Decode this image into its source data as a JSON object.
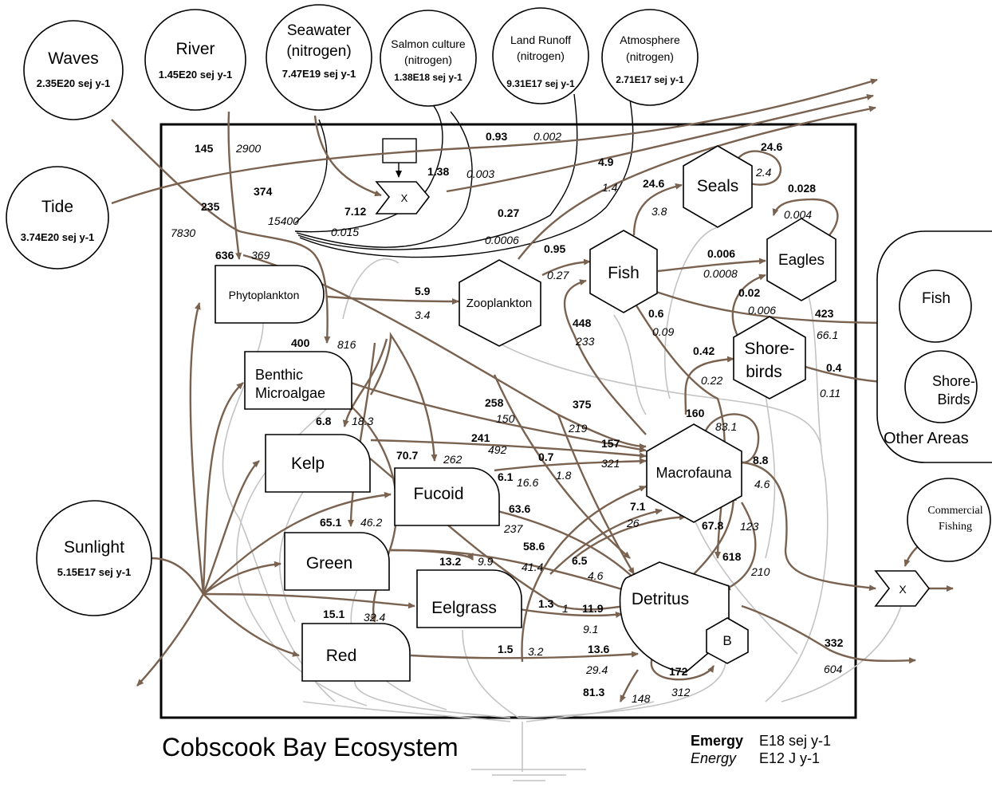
{
  "title": "Cobscook Bay Ecosystem",
  "legend": {
    "emergy_label": "Emergy",
    "emergy_unit": "E18 sej y-1",
    "energy_label": "Energy",
    "energy_unit": "E12 J y-1"
  },
  "sources": {
    "waves": {
      "name": "Waves",
      "value": "2.35E20 sej y-1"
    },
    "river": {
      "name": "River",
      "value": "1.45E20 sej y-1"
    },
    "seawater": {
      "name1": "Seawater",
      "name2": "(nitrogen)",
      "value": "7.47E19 sej y-1"
    },
    "salmon": {
      "name1": "Salmon culture",
      "name2": "(nitrogen)",
      "value": "1.38E18 sej y-1"
    },
    "runoff": {
      "name1": "Land Runoff",
      "name2": "(nitrogen)",
      "value": "9.31E17 sej y-1"
    },
    "atmosphere": {
      "name1": "Atmosphere",
      "name2": "(nitrogen)",
      "value": "2.71E17 sej y-1"
    },
    "tide": {
      "name": "Tide",
      "value": "3.74E20 sej y-1"
    },
    "sunlight": {
      "name": "Sunlight",
      "value": "5.15E17 sej y-1"
    },
    "fishing": {
      "name1": "Commercial",
      "name2": "Fishing"
    }
  },
  "producers": {
    "phytoplankton": "Phytoplankton",
    "benthic1": "Benthic",
    "benthic2": "Microalgae",
    "kelp": "Kelp",
    "fucoid": "Fucoid",
    "green": "Green",
    "eelgrass": "Eelgrass",
    "red": "Red"
  },
  "consumers": {
    "zooplankton": "Zooplankton",
    "fish": "Fish",
    "seals": "Seals",
    "eagles": "Eagles",
    "shorebirds1": "Shore-",
    "shorebirds2": "birds",
    "macrofauna": "Macrofauna",
    "detritus": "Detritus",
    "bacteria": "B",
    "interaction": "X",
    "interaction2": "X"
  },
  "other_areas": {
    "label": "Other Areas",
    "fish": "Fish",
    "shorebirds1": "Shore-",
    "shorebirds2": "Birds"
  },
  "flow_labels": [
    {
      "id": "f145",
      "text": "145",
      "style": "bold"
    },
    {
      "id": "f2900",
      "text": "2900",
      "style": "ital"
    },
    {
      "id": "f235",
      "text": "235",
      "style": "bold"
    },
    {
      "id": "f7830",
      "text": "7830",
      "style": "ital"
    },
    {
      "id": "f374",
      "text": "374",
      "style": "bold"
    },
    {
      "id": "f15400",
      "text": "15400",
      "style": "ital"
    },
    {
      "id": "f712",
      "text": "7.12",
      "style": "bold"
    },
    {
      "id": "f0015",
      "text": "0.015",
      "style": "ital"
    },
    {
      "id": "f138",
      "text": "1.38",
      "style": "bold"
    },
    {
      "id": "f0003",
      "text": "0.003",
      "style": "ital"
    },
    {
      "id": "f093",
      "text": "0.93",
      "style": "bold"
    },
    {
      "id": "f0002",
      "text": "0.002",
      "style": "ital"
    },
    {
      "id": "f027",
      "text": "0.27",
      "style": "bold"
    },
    {
      "id": "f00006",
      "text": "0.0006",
      "style": "ital"
    },
    {
      "id": "f49",
      "text": "4.9",
      "style": "bold"
    },
    {
      "id": "f14",
      "text": "1.4",
      "style": "ital"
    },
    {
      "id": "f636",
      "text": "636",
      "style": "bold"
    },
    {
      "id": "f369",
      "text": "369",
      "style": "ital"
    },
    {
      "id": "f59",
      "text": "5.9",
      "style": "bold"
    },
    {
      "id": "f34",
      "text": "3.4",
      "style": "ital"
    },
    {
      "id": "f095",
      "text": "0.95",
      "style": "bold"
    },
    {
      "id": "f027b",
      "text": "0.27",
      "style": "ital"
    },
    {
      "id": "f246a",
      "text": "24.6",
      "style": "bold"
    },
    {
      "id": "f38",
      "text": "3.8",
      "style": "ital"
    },
    {
      "id": "f246b",
      "text": "24.6",
      "style": "bold"
    },
    {
      "id": "f24",
      "text": "2.4",
      "style": "ital"
    },
    {
      "id": "f0028",
      "text": "0.028",
      "style": "bold"
    },
    {
      "id": "f0004",
      "text": "0.004",
      "style": "ital"
    },
    {
      "id": "f0006",
      "text": "0.006",
      "style": "bold"
    },
    {
      "id": "f00008",
      "text": "0.0008",
      "style": "ital"
    },
    {
      "id": "f002",
      "text": "0.02",
      "style": "bold"
    },
    {
      "id": "f0006b",
      "text": "0.006",
      "style": "ital"
    },
    {
      "id": "f423",
      "text": "423",
      "style": "bold"
    },
    {
      "id": "f661",
      "text": "66.1",
      "style": "ital"
    },
    {
      "id": "f06",
      "text": "0.6",
      "style": "bold"
    },
    {
      "id": "f009",
      "text": "0.09",
      "style": "ital"
    },
    {
      "id": "f448",
      "text": "448",
      "style": "bold"
    },
    {
      "id": "f233",
      "text": "233",
      "style": "ital"
    },
    {
      "id": "f042",
      "text": "0.42",
      "style": "bold"
    },
    {
      "id": "f022",
      "text": "0.22",
      "style": "ital"
    },
    {
      "id": "f04",
      "text": "0.4",
      "style": "bold"
    },
    {
      "id": "f011",
      "text": "0.11",
      "style": "ital"
    },
    {
      "id": "f400",
      "text": "400",
      "style": "bold"
    },
    {
      "id": "f816",
      "text": "816",
      "style": "ital"
    },
    {
      "id": "f258",
      "text": "258",
      "style": "bold"
    },
    {
      "id": "f150",
      "text": "150",
      "style": "ital"
    },
    {
      "id": "f375",
      "text": "375",
      "style": "bold"
    },
    {
      "id": "f219",
      "text": "219",
      "style": "ital"
    },
    {
      "id": "f160",
      "text": "160",
      "style": "bold"
    },
    {
      "id": "f831",
      "text": "83.1",
      "style": "ital"
    },
    {
      "id": "f68",
      "text": "6.8",
      "style": "bold"
    },
    {
      "id": "f183",
      "text": "18.3",
      "style": "ital"
    },
    {
      "id": "f241",
      "text": "241",
      "style": "bold"
    },
    {
      "id": "f492",
      "text": "492",
      "style": "ital"
    },
    {
      "id": "f157",
      "text": "157",
      "style": "bold"
    },
    {
      "id": "f321",
      "text": "321",
      "style": "ital"
    },
    {
      "id": "f707",
      "text": "70.7",
      "style": "bold"
    },
    {
      "id": "f262",
      "text": "262",
      "style": "ital"
    },
    {
      "id": "f61",
      "text": "6.1",
      "style": "bold"
    },
    {
      "id": "f166",
      "text": "16.6",
      "style": "ital"
    },
    {
      "id": "f07",
      "text": "0.7",
      "style": "bold"
    },
    {
      "id": "f18",
      "text": "1.8",
      "style": "ital"
    },
    {
      "id": "f88",
      "text": "8.8",
      "style": "bold"
    },
    {
      "id": "f46",
      "text": "4.6",
      "style": "ital"
    },
    {
      "id": "f636b",
      "text": "63.6",
      "style": "bold"
    },
    {
      "id": "f237",
      "text": "237",
      "style": "ital"
    },
    {
      "id": "f71",
      "text": "7.1",
      "style": "bold"
    },
    {
      "id": "f26",
      "text": "26",
      "style": "ital"
    },
    {
      "id": "f678",
      "text": "67.8",
      "style": "bold"
    },
    {
      "id": "f123",
      "text": "123",
      "style": "ital"
    },
    {
      "id": "f651",
      "text": "65.1",
      "style": "bold"
    },
    {
      "id": "f462",
      "text": "46.2",
      "style": "ital"
    },
    {
      "id": "f586",
      "text": "58.6",
      "style": "bold"
    },
    {
      "id": "f414",
      "text": "41.4",
      "style": "ital"
    },
    {
      "id": "f618",
      "text": "618",
      "style": "bold"
    },
    {
      "id": "f210",
      "text": "210",
      "style": "ital"
    },
    {
      "id": "f132",
      "text": "13.2",
      "style": "bold"
    },
    {
      "id": "f99",
      "text": "9.9",
      "style": "ital"
    },
    {
      "id": "f65",
      "text": "6.5",
      "style": "bold"
    },
    {
      "id": "f46b",
      "text": "4.6",
      "style": "ital"
    },
    {
      "id": "f151",
      "text": "15.1",
      "style": "bold"
    },
    {
      "id": "f324",
      "text": "32.4",
      "style": "ital"
    },
    {
      "id": "f13",
      "text": "1.3",
      "style": "bold"
    },
    {
      "id": "f1",
      "text": "1",
      "style": "ital"
    },
    {
      "id": "f119",
      "text": "11.9",
      "style": "bold"
    },
    {
      "id": "f91",
      "text": "9.1",
      "style": "ital"
    },
    {
      "id": "f15",
      "text": "1.5",
      "style": "bold"
    },
    {
      "id": "f32",
      "text": "3.2",
      "style": "ital"
    },
    {
      "id": "f136",
      "text": "13.6",
      "style": "bold"
    },
    {
      "id": "f294",
      "text": "29.4",
      "style": "ital"
    },
    {
      "id": "f172",
      "text": "172",
      "style": "bold"
    },
    {
      "id": "f312",
      "text": "312",
      "style": "ital"
    },
    {
      "id": "f813",
      "text": "81.3",
      "style": "bold"
    },
    {
      "id": "f148",
      "text": "148",
      "style": "ital"
    },
    {
      "id": "f332",
      "text": "332",
      "style": "bold"
    },
    {
      "id": "f604",
      "text": "604",
      "style": "ital"
    }
  ],
  "colors": {
    "flow": "#7a6250",
    "recycle": "#c4c4c4",
    "border": "#000000"
  }
}
